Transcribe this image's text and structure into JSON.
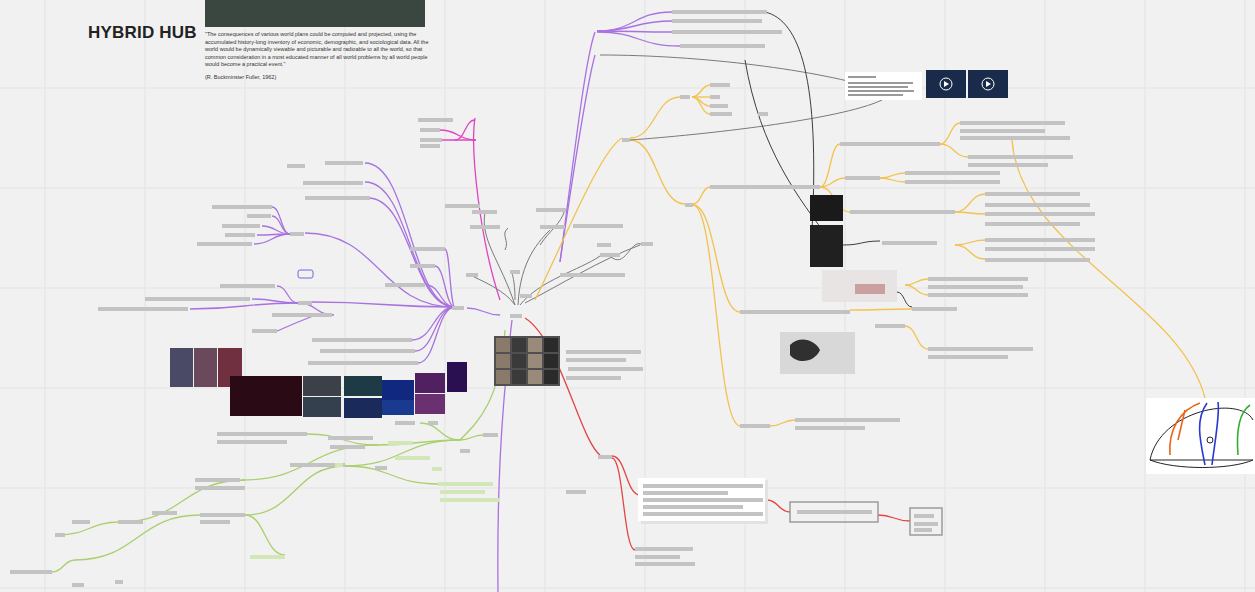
{
  "diagram": {
    "title": "HYBRID HUB",
    "labels": [
      "\"The consequences of various world plans could be computed and projected, using the accumulated history-long inventory of economic, demographic, and sociological data. All the world would be dynamically viewable and picturable and radioable to all the world, so that common consideration in a most educated manner of all world problems by all world people would become a practical event.\"",
      "(R. Buckminster Fuller, 1962)"
    ]
  }
}
